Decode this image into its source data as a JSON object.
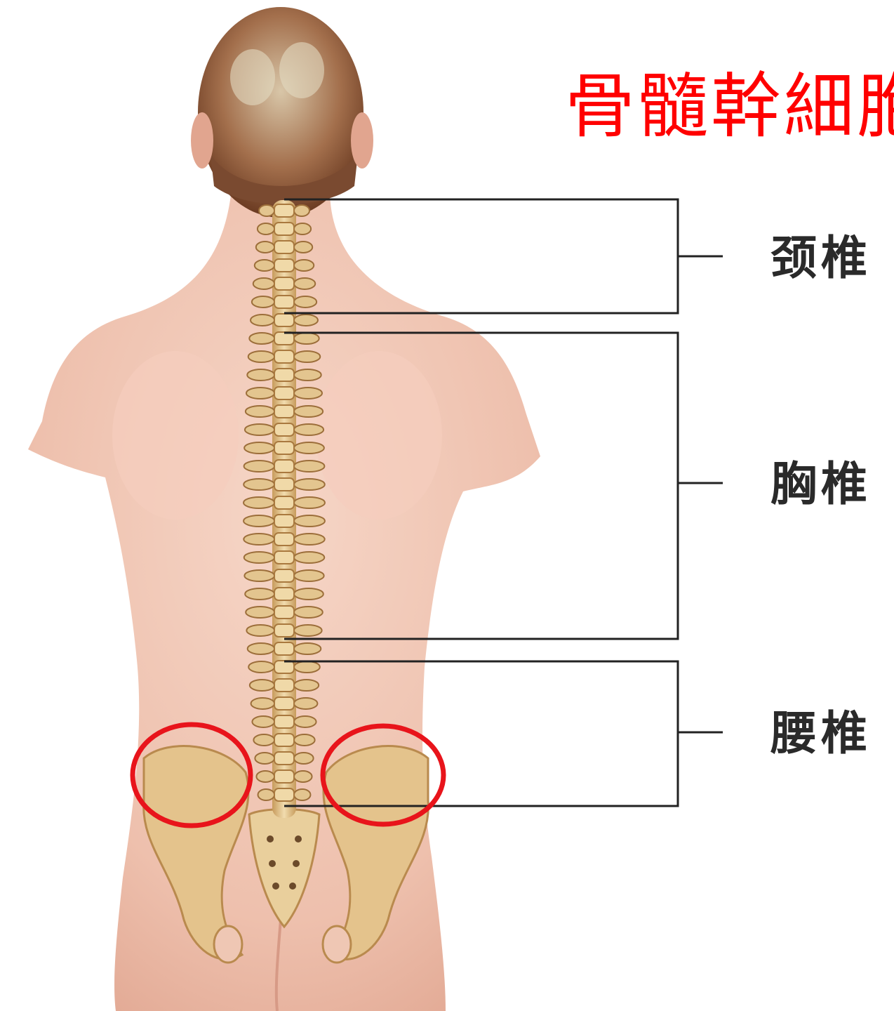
{
  "title": "骨髓幹細胞",
  "regions": [
    {
      "label": "颈椎"
    },
    {
      "label": "胸椎"
    },
    {
      "label": "腰椎"
    }
  ],
  "colors": {
    "title": "#ff0000",
    "highlight_circle": "#e8141b",
    "bracket": "#222222",
    "label": "#2a2a2a",
    "skin": "#efc7b4",
    "bone": "#e3c58f",
    "hair": "#7a4a30"
  }
}
